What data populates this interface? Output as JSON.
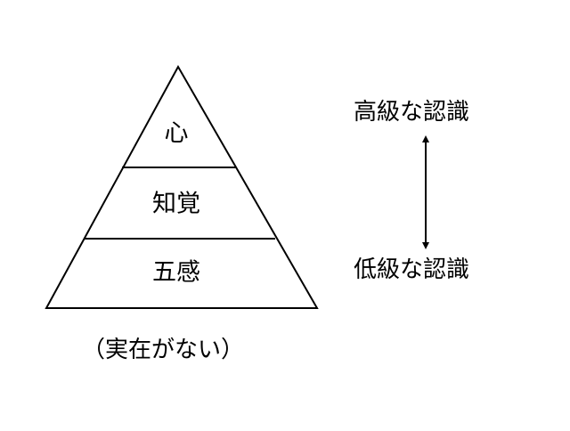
{
  "diagram": {
    "pyramid": {
      "tiers": [
        {
          "label": "心"
        },
        {
          "label": "知覚"
        },
        {
          "label": "五感"
        }
      ]
    },
    "scale": {
      "top_label": "高級な認識",
      "bottom_label": "低級な認識"
    },
    "caption": "（実在がない）"
  }
}
